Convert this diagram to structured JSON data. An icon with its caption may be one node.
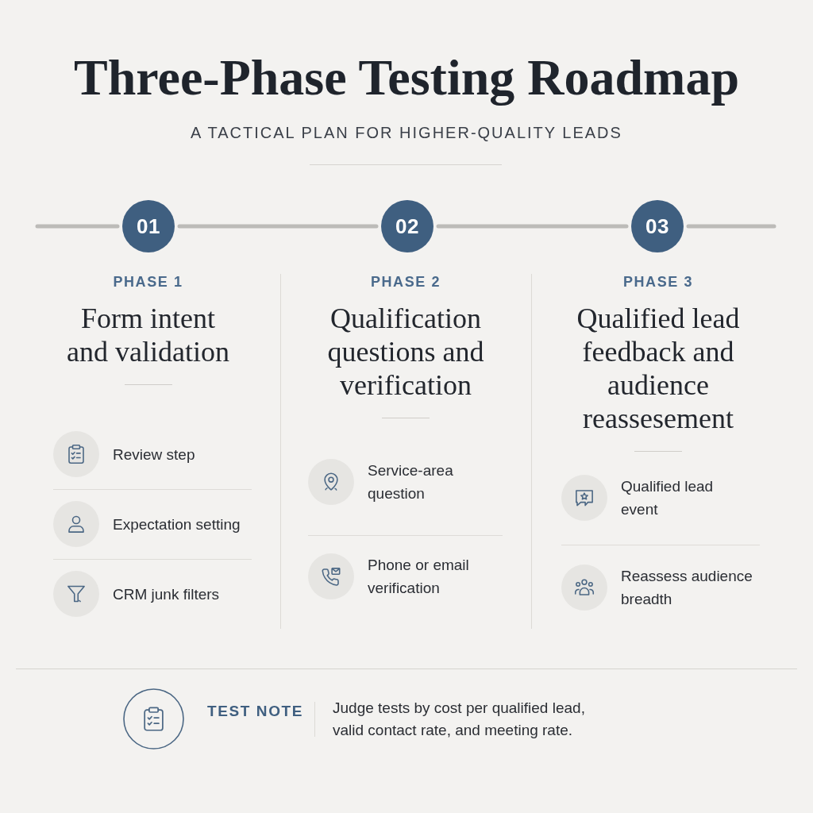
{
  "diagram": {
    "title": "Three-Phase Testing Roadmap",
    "nodes": [
      {
        "text": [
          "01"
        ],
        "beside": [
          "PHASE 1",
          "Form intent and validation"
        ]
      },
      {
        "text": [
          "02"
        ],
        "beside": [
          "PHASE 2",
          "Qualification questions and verification"
        ]
      },
      {
        "text": [
          "03"
        ],
        "beside": [
          "PHASE 3",
          "Qualified lead feedback and audience reassesement"
        ]
      }
    ],
    "edges": [
      {
        "from": null,
        "to": 0,
        "arrow": "none"
      },
      {
        "from": 0,
        "to": 1,
        "arrow": "none"
      },
      {
        "from": 1,
        "to": 2,
        "arrow": "none"
      },
      {
        "from": 2,
        "to": null,
        "arrow": "none"
      }
    ],
    "labels": [
      "A TACTICAL PLAN FOR HIGHER-QUALITY LEADS",
      "Review step",
      "Expectation setting",
      "CRM junk filters",
      "Service-area question",
      "Phone or email verification",
      "Qualified lead event",
      "Reassess audience breadth",
      "TEST NOTE",
      "Judge tests by cost per qualified lead, valid contact rate, and meeting rate."
    ]
  }
}
